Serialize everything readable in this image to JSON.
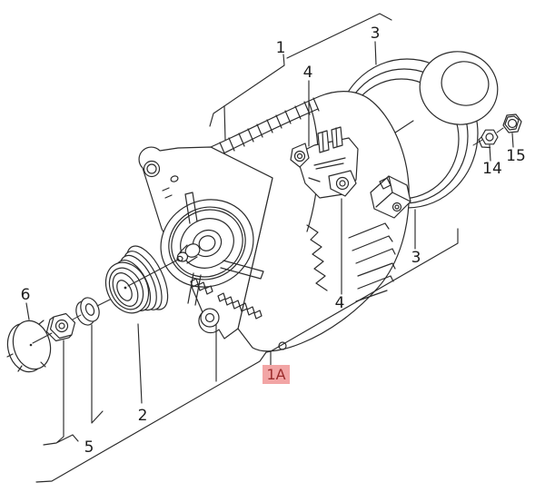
{
  "diagram": {
    "kind": "exploded-parts-diagram",
    "subject": "alternator-assembly-line-art",
    "callouts": {
      "c1": "1",
      "c2": "2",
      "c3_top": "3",
      "c3_right": "3",
      "c4_top": "4",
      "c4_bottom": "4",
      "c5": "5",
      "c6": "6",
      "c14": "14",
      "c15": "15",
      "c1a": "1A"
    },
    "colors": {
      "line": "#2b2b2b",
      "label_text": "#1d1d1d",
      "highlight_bg": "#f2a5a5",
      "highlight_text": "#9b2c2c",
      "background": "#ffffff"
    }
  }
}
